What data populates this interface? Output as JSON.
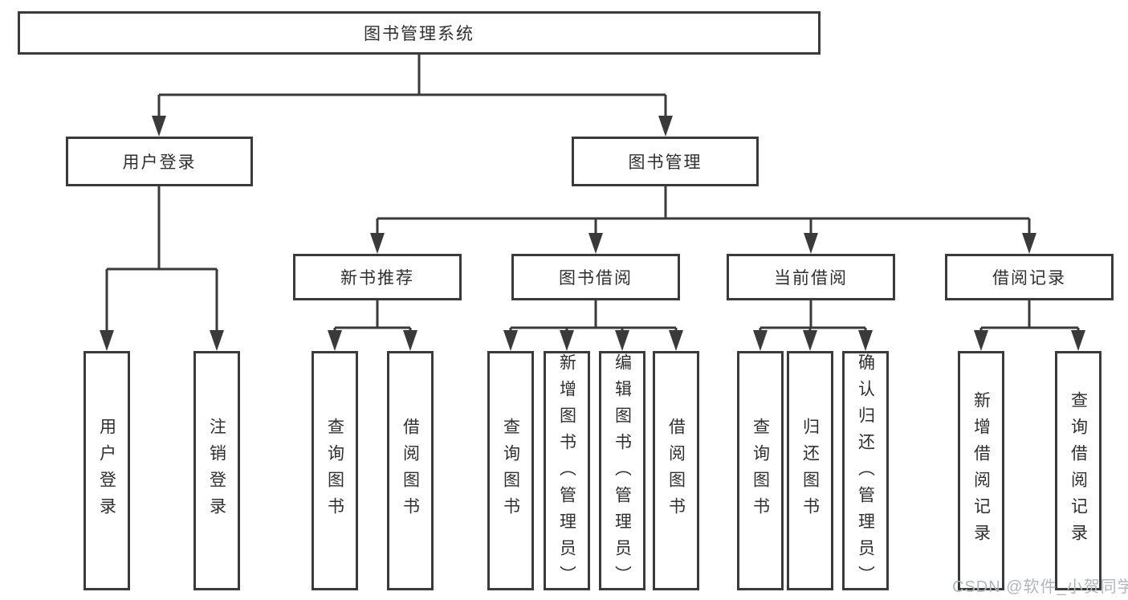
{
  "tree": {
    "label": "图书管理系统",
    "children": [
      {
        "label": "用户登录",
        "children": [
          {
            "label": "用户登录"
          },
          {
            "label": "注销登录"
          }
        ]
      },
      {
        "label": "图书管理",
        "children": [
          {
            "label": "新书推荐",
            "children": [
              {
                "label": "查询图书"
              },
              {
                "label": "借阅图书"
              }
            ]
          },
          {
            "label": "图书借阅",
            "children": [
              {
                "label": "查询图书"
              },
              {
                "label": "新增图书（管理员）"
              },
              {
                "label": "编辑图书（管理员）"
              },
              {
                "label": "借阅图书"
              }
            ]
          },
          {
            "label": "当前借阅",
            "children": [
              {
                "label": "查询图书"
              },
              {
                "label": "归还图书"
              },
              {
                "label": "确认归还（管理员）"
              }
            ]
          },
          {
            "label": "借阅记录",
            "children": [
              {
                "label": "新增借阅记录"
              },
              {
                "label": "查询借阅记录"
              }
            ]
          }
        ]
      }
    ]
  },
  "watermark": {
    "text": "CSDN @软件_小贺同学"
  },
  "colors": {
    "line": "#3a3a3a",
    "text": "#2f2f2f",
    "watermark": "#b2b6bb",
    "background": "#ffffff"
  }
}
